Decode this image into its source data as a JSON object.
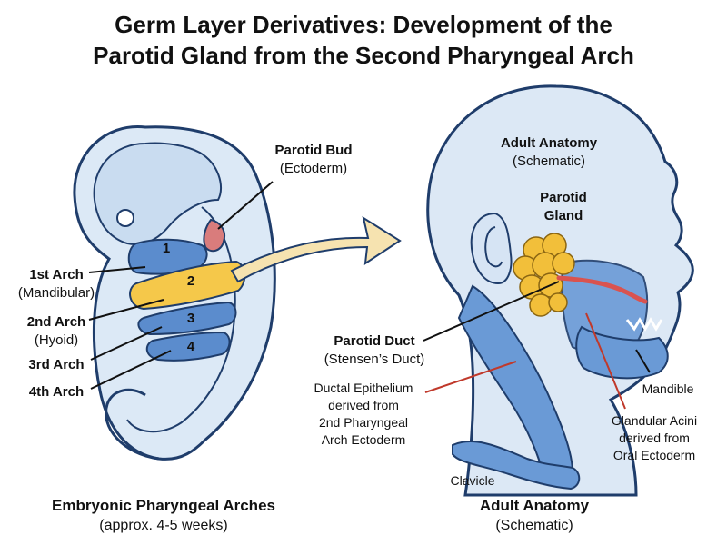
{
  "title": {
    "line1": "Germ Layer Derivatives: Development of the",
    "line2": "Parotid Gland from the Second Pharyngeal Arch"
  },
  "embryo": {
    "arch_numbers": [
      "1",
      "2",
      "3",
      "4"
    ],
    "parotid_bud": {
      "title": "Parotid Bud",
      "subtitle": "(Ectoderm)"
    },
    "arch1": {
      "title": "1st Arch",
      "subtitle": "(Mandibular)"
    },
    "arch2": {
      "title": "2nd Arch",
      "subtitle": "(Hyoid)"
    },
    "arch3": {
      "title": "3rd Arch"
    },
    "arch4": {
      "title": "4th Arch"
    },
    "caption": {
      "title": "Embryonic Pharyngeal Arches",
      "subtitle": "(approx. 4-5 weeks)"
    }
  },
  "adult": {
    "header": {
      "title": "Adult Anatomy",
      "subtitle": "(Schematic)"
    },
    "gland": {
      "line1": "Parotid",
      "line2": "Gland"
    },
    "duct": {
      "title": "Parotid Duct",
      "subtitle": "(Stensen’s Duct)"
    },
    "ductal_epithelium": [
      "Ductal Epithelium",
      "derived from",
      "2nd Pharyngeal",
      "Arch Ectoderm"
    ],
    "mandible": "Mandible",
    "acini": [
      "Glandular Acini",
      "derived from",
      "Oral Ectoderm"
    ],
    "clavicle": "Clavicle",
    "caption": {
      "title": "Adult Anatomy",
      "subtitle": "(Schematic)"
    }
  },
  "colors": {
    "arch_fill": "#5b8ccd",
    "arch2_fill": "#f5c84a",
    "embryo_body": "#dce9f6",
    "outline": "#1f3d6b",
    "bud_fill": "#d97c7c",
    "duct": "#d9534f",
    "gland": "#f2bf3a",
    "skin": "#dce8f5",
    "muscle": "#6a9ad6",
    "arrow": "#f6e3b0"
  }
}
